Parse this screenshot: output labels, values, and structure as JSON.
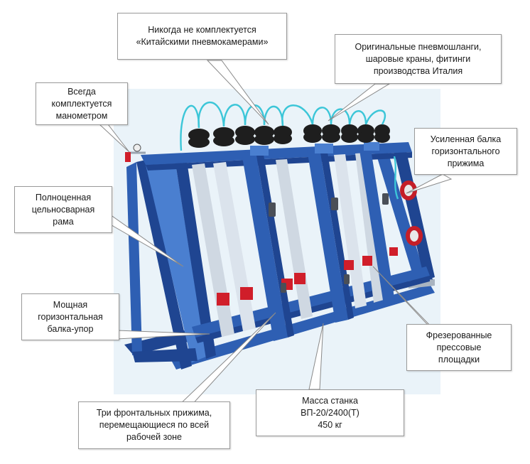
{
  "callouts": {
    "chinese_chambers": {
      "lines": [
        "Никогда не комплектуется",
        "«Китайскими пневмокамерами»"
      ]
    },
    "italy_hoses": {
      "lines": [
        "Оригинальные пневмошланги,",
        "шаровые краны, фитинги",
        "производства Италия"
      ]
    },
    "manometer": {
      "lines": [
        "Всегда",
        "комплектуется",
        "манометром"
      ]
    },
    "reinforced_beam": {
      "lines": [
        "Усиленная балка",
        "горизонтального",
        "прижима"
      ]
    },
    "welded_frame": {
      "lines": [
        "Полноценная",
        "цельносварная",
        "рама"
      ]
    },
    "stop_beam": {
      "lines": [
        "Мощная",
        "горизонтальная",
        "балка-упор"
      ]
    },
    "press_pads": {
      "lines": [
        "Фрезерованные",
        "прессовые",
        "площадки"
      ]
    },
    "machine_mass": {
      "lines": [
        "Масса станка",
        "ВП-20/2400(Т)",
        "450 кг"
      ]
    },
    "front_clamps": {
      "lines": [
        "Три фронтальных прижима,",
        "перемещающиеся по всей",
        "рабочей зоне"
      ]
    }
  },
  "colors": {
    "frame_blue": "#2e5fb3",
    "frame_blue_dark": "#1f4591",
    "frame_blue_light": "#4a7fd0",
    "post_silver": "#cfd8e2",
    "background_tint": "#eaf3f9",
    "air_chamber_black": "#1e1e1e",
    "hose_cyan": "#3cc6d8",
    "pad_red": "#d01e2a",
    "callout_border": "#9a9a9a"
  }
}
